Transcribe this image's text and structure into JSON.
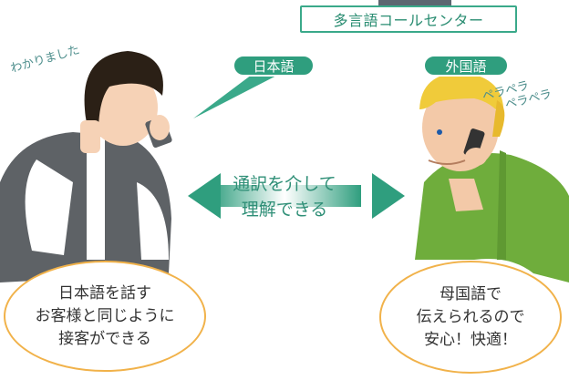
{
  "header": {
    "center_label": "多言語コールセンター"
  },
  "tags": {
    "japanese": "日本語",
    "foreign": "外国語"
  },
  "notes": {
    "left": "わかりました",
    "right_lines": [
      "ペラペラ",
      "ペラペラ"
    ]
  },
  "arrow": {
    "lines": [
      "通訳を介して",
      "理解できる"
    ]
  },
  "bubbles": {
    "left_lines": [
      "日本語を話す",
      "お客様と同じように",
      "接客ができる"
    ],
    "right_lines": [
      "母国語で",
      "伝えられるので",
      "安心！快適！"
    ]
  },
  "colors": {
    "accent_green": "#2f9e7e",
    "bubble_border": "#f1b24a",
    "arrow_green": "#3aa98a"
  }
}
